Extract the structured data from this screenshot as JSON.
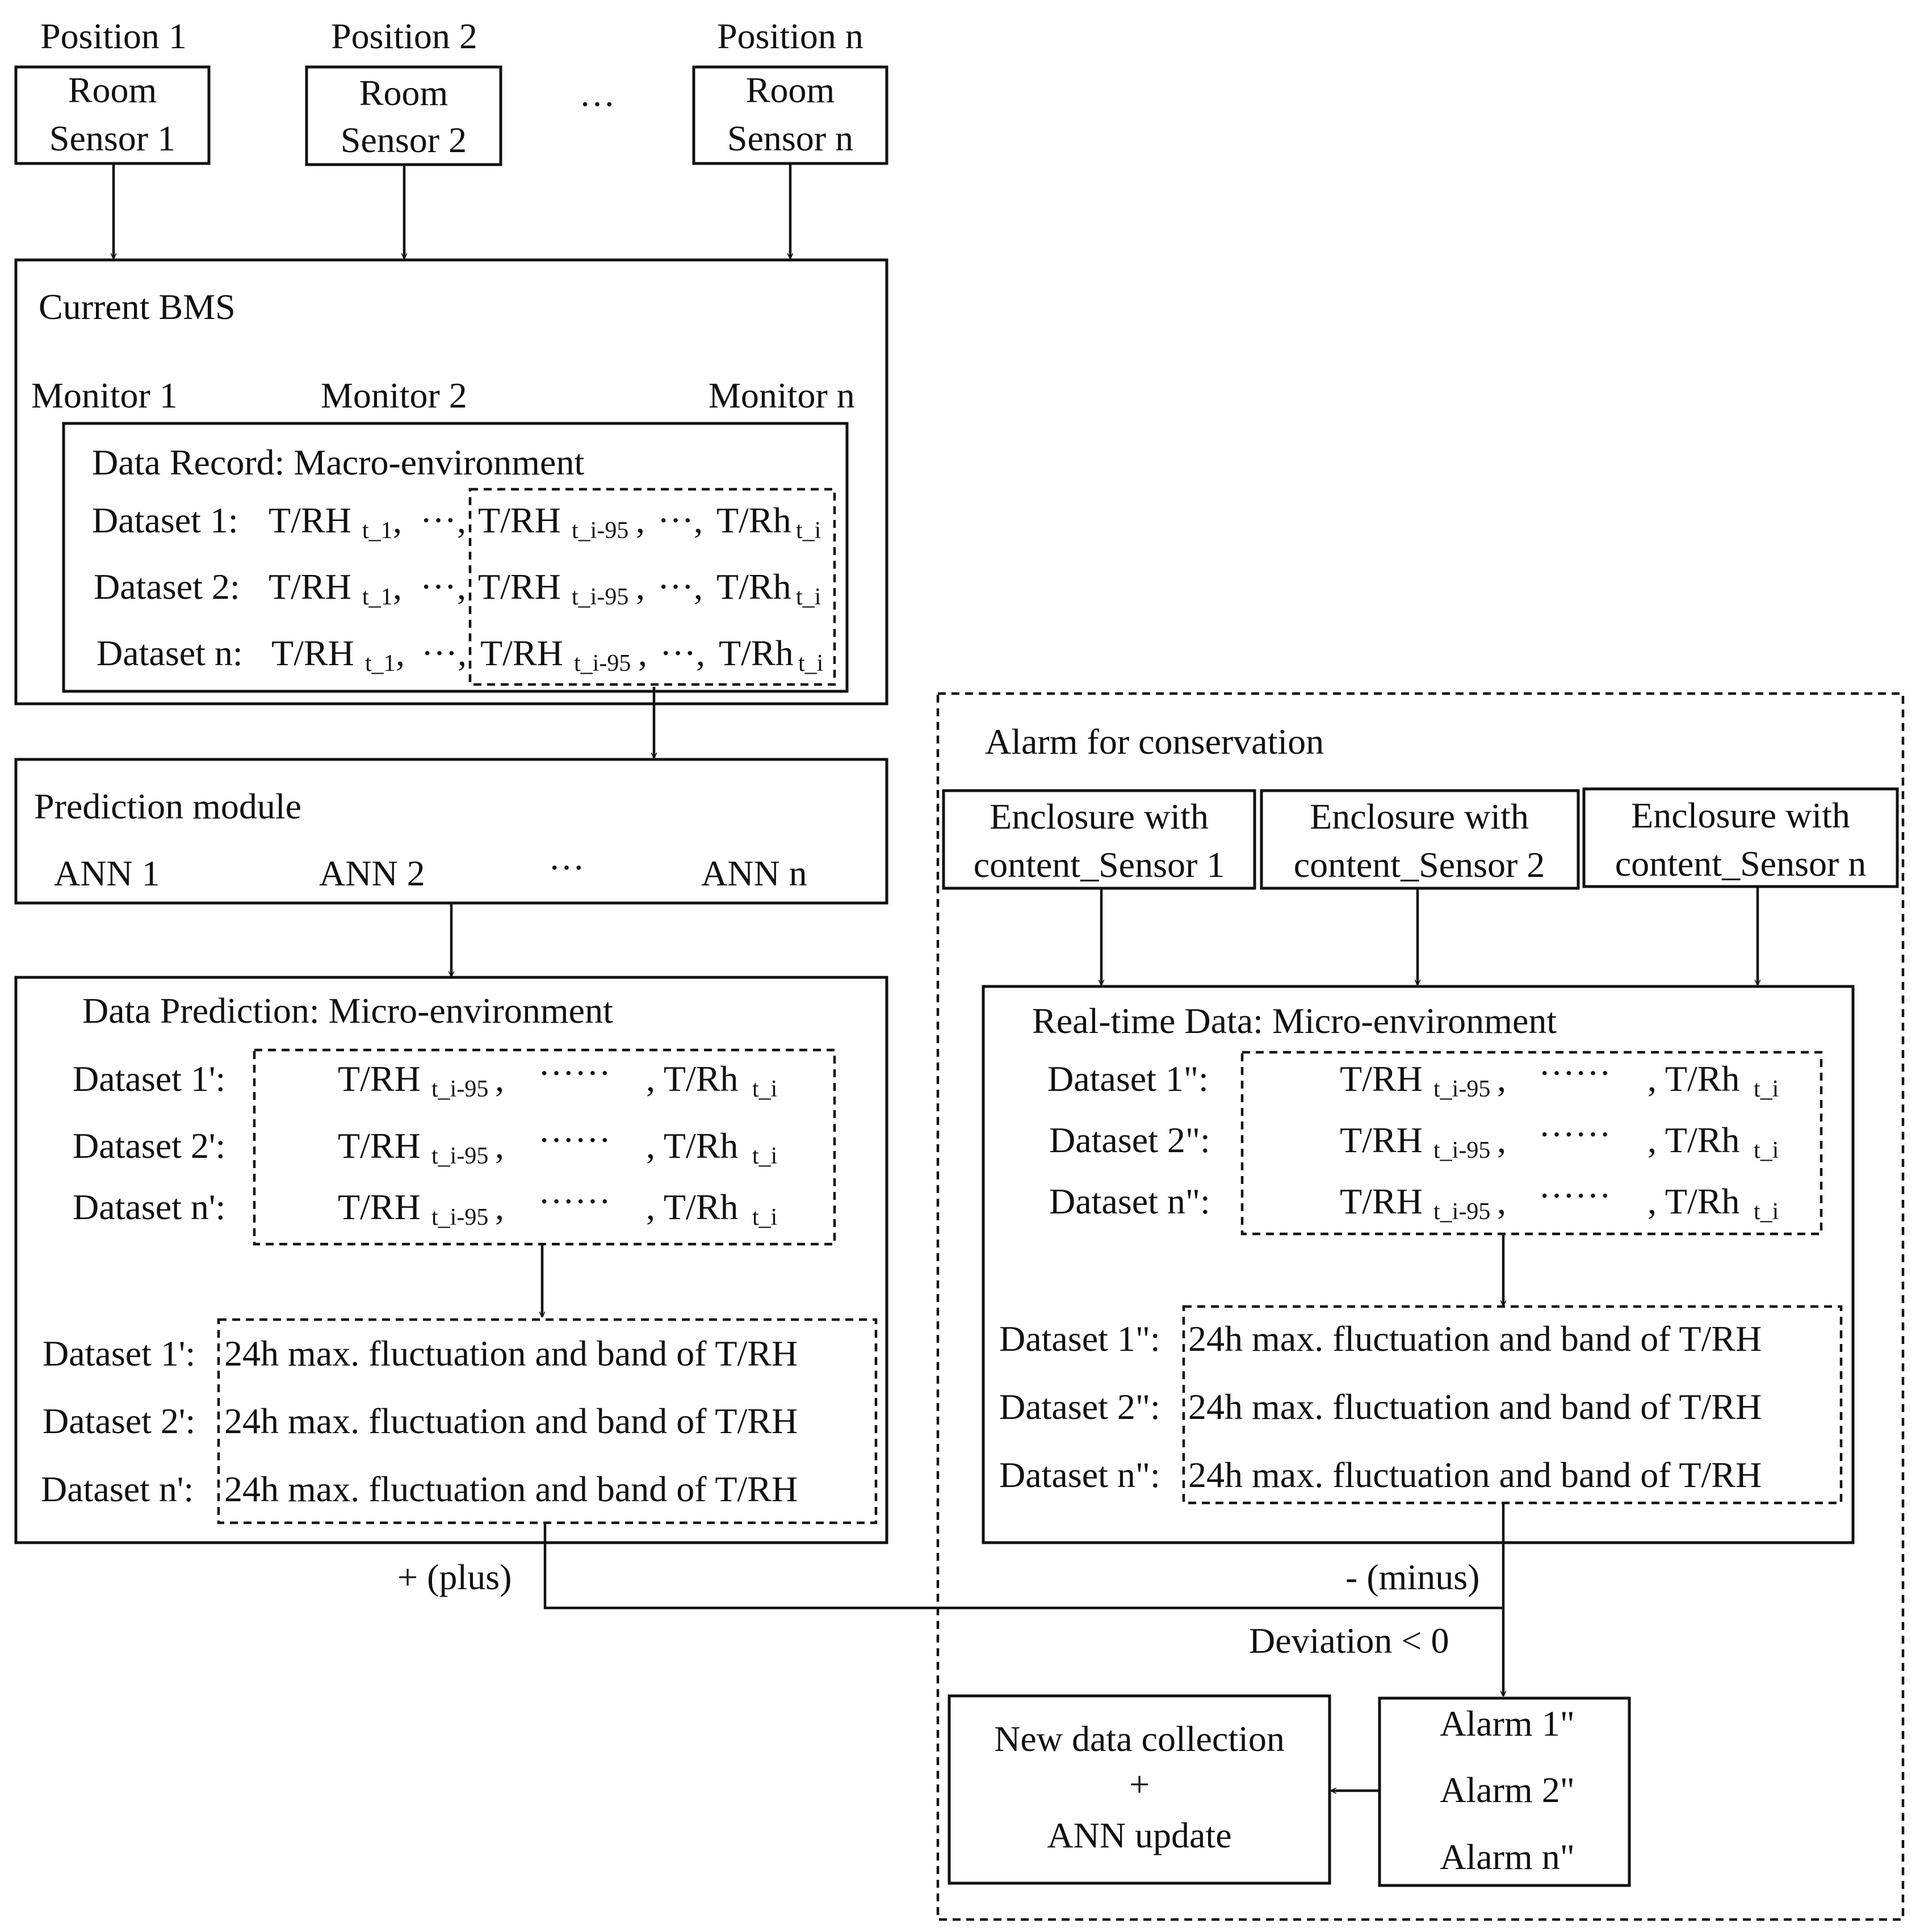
{
  "sensors": [
    {
      "position": "Position 1",
      "line1": "Room",
      "line2": "Sensor 1"
    },
    {
      "position": "Position 2",
      "line1": "Room",
      "line2": "Sensor 2"
    },
    {
      "position": "Position n",
      "line1": "Room",
      "line2": "Sensor n"
    }
  ],
  "sensor_ellipsis": "···",
  "bms": {
    "title": "Current BMS",
    "monitors": [
      "Monitor 1",
      "Monitor 2",
      "Monitor n"
    ],
    "record_title": "Data Record: Macro-environment",
    "datasets": [
      "Dataset 1:",
      "Dataset 2:",
      "Dataset n:"
    ],
    "var_main": "T/RH",
    "sub_first": "t_1",
    "ellipsis": "···",
    "sub_window_start": "t_i-95",
    "var_last": "T/Rh",
    "sub_last": "t_i",
    "comma": ","
  },
  "prediction": {
    "title": "Prediction module",
    "anns": [
      "ANN 1",
      "ANN 2",
      "···",
      "ANN n"
    ]
  },
  "data_prediction": {
    "title": "Data Prediction: Micro-environment",
    "datasets": [
      "Dataset 1':",
      "Dataset 2':",
      "Dataset n':"
    ],
    "var_main": "T/RH",
    "sub_start": "t_i-95",
    "dots": "······",
    "var_last": ", T/Rh",
    "sub_last": "t_i",
    "comma": ",",
    "summary_label": "24h max. fluctuation and band of T/RH"
  },
  "alarm_section": {
    "title": "Alarm for conservation",
    "enclosures": [
      {
        "line1": "Enclosure with",
        "line2": "content_Sensor 1"
      },
      {
        "line1": "Enclosure with",
        "line2": "content_Sensor 2"
      },
      {
        "line1": "Enclosure with",
        "line2": "content_Sensor n"
      }
    ],
    "realtime_title": "Real-time Data: Micro-environment",
    "datasets": [
      "Dataset 1\":",
      "Dataset 2\":",
      "Dataset n\":"
    ],
    "summary_label": "24h max. fluctuation and band of T/RH",
    "alarms": [
      "Alarm 1\"",
      "Alarm 2\"",
      "Alarm n\""
    ],
    "update_lines": [
      "New data collection",
      "+",
      "ANN update"
    ]
  },
  "plus_label": "+ (plus)",
  "minus_label": "- (minus)",
  "deviation_label": "Deviation < 0"
}
